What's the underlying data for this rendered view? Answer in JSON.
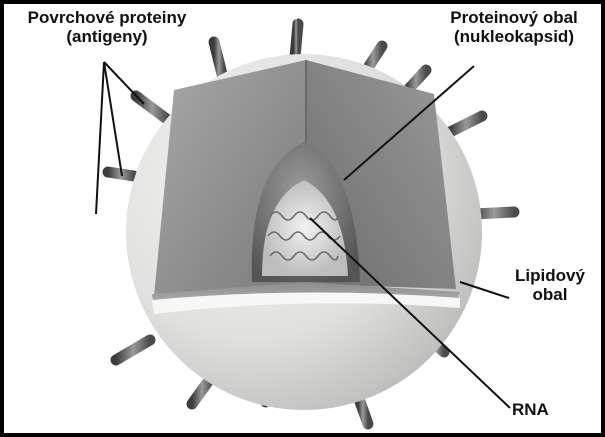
{
  "labels": {
    "surface_proteins": {
      "line1": "Povrchové proteiny",
      "line2": "(antigeny)"
    },
    "capsid": {
      "line1": "Proteinový obal",
      "line2": "(nukleokapsid)"
    },
    "envelope": {
      "line1": "Lipidový",
      "line2": "obal"
    },
    "rna": "RNA"
  },
  "colors": {
    "frame": "#000000",
    "background": "#ffffff",
    "envelope_surface": "#e4e4e2",
    "cut_interior": "#8d8d8d",
    "nucleocapsid": "#6f6f6f",
    "leader_lines": "#111111"
  }
}
